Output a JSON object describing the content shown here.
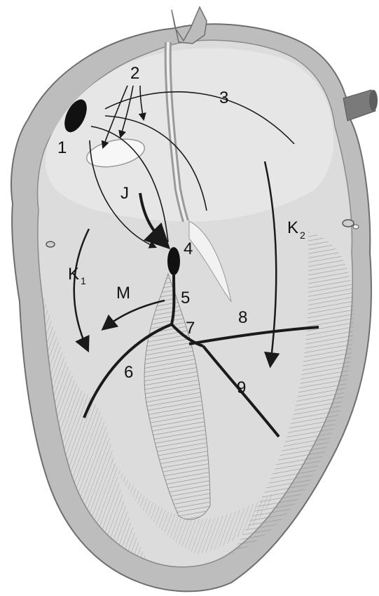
{
  "labels": {
    "sa_node": "1",
    "internodal_tracts": "2",
    "bachmann_bundle": "3",
    "av_node": "4",
    "his_bundle": "5",
    "right_bundle_branch": "6",
    "left_bundle_branch": "7",
    "left_anterior_fascicle": "8",
    "left_posterior_fascicle": "9",
    "arrow_j": "J",
    "arrow_m": "M",
    "arrow_k": "K",
    "k1_sub": "1",
    "k2_sub": "2"
  },
  "colors": {
    "conduction": "#1a1a1a",
    "tissue": "#cfcfcf",
    "tissue_dark": "#9a9a9a",
    "wall": "#e4e4e4",
    "outline": "#6e6e6e"
  }
}
